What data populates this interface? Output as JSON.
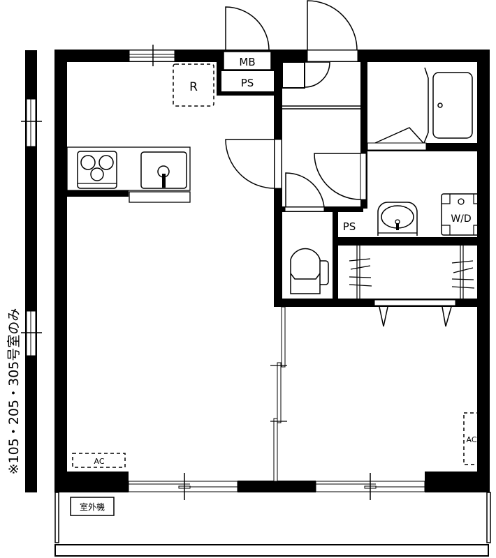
{
  "floor_plan": {
    "note": "※105・205・305号室のみ",
    "labels": {
      "refrigerator": "R",
      "meter_box": "MB",
      "pipe_space_top": "PS",
      "pipe_space_middle": "PS",
      "washer_dryer": "W/D",
      "ac_left": "AC",
      "ac_right": "AC",
      "outdoor_unit": "室外機"
    },
    "colors": {
      "wall": "#000000",
      "background": "#ffffff"
    }
  }
}
